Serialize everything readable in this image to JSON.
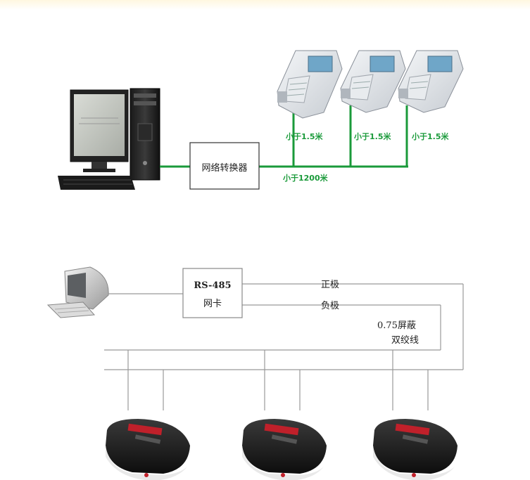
{
  "diagram_top": {
    "converter_label": "网络转换器",
    "long_distance_label": "小于1200米",
    "branch_labels": [
      "小于1.5米",
      "小于1.5米",
      "小于1.5米"
    ],
    "line_color": "#1a9a3a"
  },
  "diagram_bottom": {
    "network_card_line1": "RS-485",
    "network_card_line2": "网卡",
    "positive_label": "正极",
    "negative_label": "负极",
    "cable_line1": "0.75屏蔽",
    "cable_line2": "双绞线",
    "line_color": "#999999"
  }
}
